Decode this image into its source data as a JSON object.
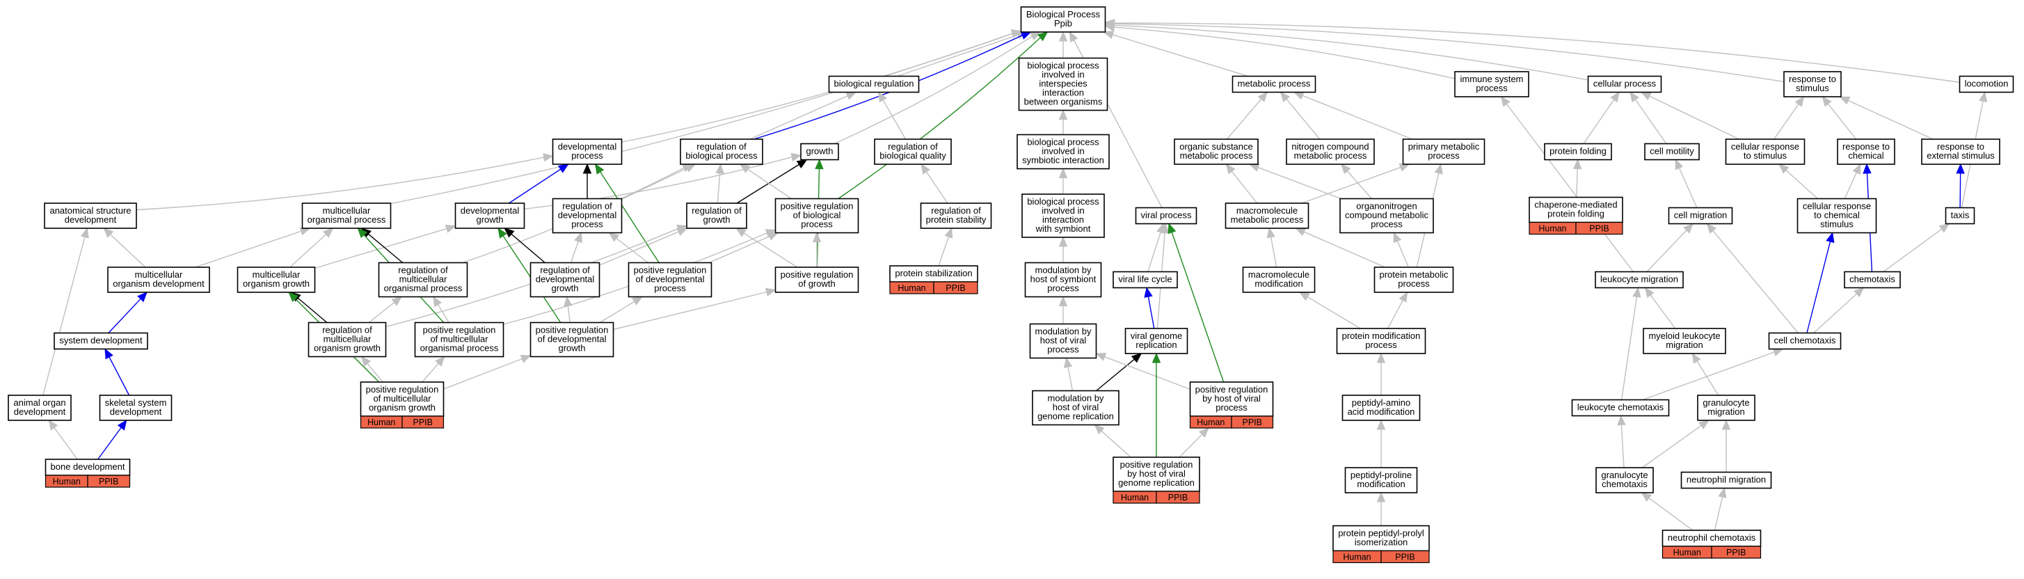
{
  "colors": {
    "is_a": "#c0c0c0",
    "part_of": "#000000",
    "regulates": "#0000ee",
    "positively_regulates": "#228b22",
    "annotation": "#f06448"
  },
  "nodes": [
    {
      "id": "bp",
      "label": [
        "Biological Process",
        "Ppib"
      ]
    },
    {
      "id": "bioreg",
      "label": [
        "biological regulation"
      ]
    },
    {
      "id": "interspecies",
      "label": [
        "biological process",
        "involved in",
        "interspecies",
        "interaction",
        "between organisms"
      ]
    },
    {
      "id": "metabolic",
      "label": [
        "metabolic process"
      ]
    },
    {
      "id": "immune",
      "label": [
        "immune system",
        "process"
      ]
    },
    {
      "id": "cellproc",
      "label": [
        "cellular process"
      ]
    },
    {
      "id": "response",
      "label": [
        "response to",
        "stimulus"
      ]
    },
    {
      "id": "locomotion",
      "label": [
        "locomotion"
      ]
    },
    {
      "id": "devproc",
      "label": [
        "developmental",
        "process"
      ]
    },
    {
      "id": "regbio",
      "label": [
        "regulation of",
        "biological process"
      ]
    },
    {
      "id": "growth",
      "label": [
        "growth"
      ]
    },
    {
      "id": "regqual",
      "label": [
        "regulation of",
        "biological quality"
      ]
    },
    {
      "id": "symbiotic",
      "label": [
        "biological process",
        "involved in",
        "symbiotic interaction"
      ]
    },
    {
      "id": "orgsub",
      "label": [
        "organic substance",
        "metabolic process"
      ]
    },
    {
      "id": "nitro",
      "label": [
        "nitrogen compound",
        "metabolic process"
      ]
    },
    {
      "id": "primary",
      "label": [
        "primary metabolic",
        "process"
      ]
    },
    {
      "id": "protfold",
      "label": [
        "protein folding"
      ]
    },
    {
      "id": "cellmot",
      "label": [
        "cell motility"
      ]
    },
    {
      "id": "cellresp",
      "label": [
        "cellular response",
        "to stimulus"
      ]
    },
    {
      "id": "respchem",
      "label": [
        "response to",
        "chemical"
      ]
    },
    {
      "id": "respext",
      "label": [
        "response to",
        "external stimulus"
      ]
    },
    {
      "id": "anat",
      "label": [
        "anatomical structure",
        "development"
      ]
    },
    {
      "id": "multiproc",
      "label": [
        "multicellular",
        "organismal process"
      ]
    },
    {
      "id": "devgrowth",
      "label": [
        "developmental",
        "growth"
      ]
    },
    {
      "id": "regdevproc",
      "label": [
        "regulation of",
        "developmental",
        "process"
      ]
    },
    {
      "id": "reggrowth",
      "label": [
        "regulation of",
        "growth"
      ]
    },
    {
      "id": "posregbio",
      "label": [
        "positive regulation",
        "of biological",
        "process"
      ]
    },
    {
      "id": "regprotstab",
      "label": [
        "regulation of",
        "protein stability"
      ]
    },
    {
      "id": "withsymb",
      "label": [
        "biological process",
        "involved in",
        "interaction",
        "with symbiont"
      ]
    },
    {
      "id": "viral",
      "label": [
        "viral process"
      ]
    },
    {
      "id": "macromet",
      "label": [
        "macromolecule",
        "metabolic process"
      ]
    },
    {
      "id": "organonitro",
      "label": [
        "organonitrogen",
        "compound metabolic",
        "process"
      ]
    },
    {
      "id": "chaperone",
      "label": [
        "chaperone-mediated",
        "protein folding"
      ],
      "annotated": true
    },
    {
      "id": "cellmig",
      "label": [
        "cell migration"
      ]
    },
    {
      "id": "cellrespchem",
      "label": [
        "cellular response",
        "to chemical",
        "stimulus"
      ]
    },
    {
      "id": "taxis",
      "label": [
        "taxis"
      ]
    },
    {
      "id": "multidev",
      "label": [
        "multicellular",
        "organism development"
      ]
    },
    {
      "id": "multigrowth",
      "label": [
        "multicellular",
        "organism growth"
      ]
    },
    {
      "id": "regmultiproc",
      "label": [
        "regulation of",
        "multicellular",
        "organismal process"
      ]
    },
    {
      "id": "regdevgrowth",
      "label": [
        "regulation of",
        "developmental",
        "growth"
      ]
    },
    {
      "id": "posregdevproc",
      "label": [
        "positive regulation",
        "of developmental",
        "process"
      ]
    },
    {
      "id": "posreggrowth",
      "label": [
        "positive regulation",
        "of growth"
      ]
    },
    {
      "id": "protstab",
      "label": [
        "protein stabilization"
      ],
      "annotated": true
    },
    {
      "id": "modsymb",
      "label": [
        "modulation by",
        "host of symbiont",
        "process"
      ]
    },
    {
      "id": "virallife",
      "label": [
        "viral life cycle"
      ]
    },
    {
      "id": "macromod",
      "label": [
        "macromolecule",
        "modification"
      ]
    },
    {
      "id": "protmet",
      "label": [
        "protein metabolic",
        "process"
      ]
    },
    {
      "id": "leukmig",
      "label": [
        "leukocyte migration"
      ]
    },
    {
      "id": "chemotaxis",
      "label": [
        "chemotaxis"
      ]
    },
    {
      "id": "sysdev",
      "label": [
        "system development"
      ]
    },
    {
      "id": "regmultigrowth",
      "label": [
        "regulation of",
        "multicellular",
        "organism growth"
      ]
    },
    {
      "id": "posregmultiproc",
      "label": [
        "positive regulation",
        "of multicellular",
        "organismal process"
      ]
    },
    {
      "id": "posregdevgrowth",
      "label": [
        "positive regulation",
        "of developmental",
        "growth"
      ]
    },
    {
      "id": "modviral",
      "label": [
        "modulation by",
        "host of viral",
        "process"
      ]
    },
    {
      "id": "viralgenome",
      "label": [
        "viral genome",
        "replication"
      ]
    },
    {
      "id": "protmod",
      "label": [
        "protein modification",
        "process"
      ]
    },
    {
      "id": "myeloid",
      "label": [
        "myeloid leukocyte",
        "migration"
      ]
    },
    {
      "id": "cellchemo",
      "label": [
        "cell chemotaxis"
      ]
    },
    {
      "id": "animalorgan",
      "label": [
        "animal organ",
        "development"
      ]
    },
    {
      "id": "skeletal",
      "label": [
        "skeletal system",
        "development"
      ]
    },
    {
      "id": "posregmultigrowth",
      "label": [
        "positive regulation",
        "of multicellular",
        "organism growth"
      ],
      "annotated": true
    },
    {
      "id": "modviralgenome",
      "label": [
        "modulation by",
        "host of viral",
        "genome replication"
      ]
    },
    {
      "id": "posregviralproc",
      "label": [
        "positive regulation",
        "by host of viral",
        "process"
      ],
      "annotated": true
    },
    {
      "id": "peptidyl",
      "label": [
        "peptidyl-amino",
        "acid modification"
      ]
    },
    {
      "id": "leukchemo",
      "label": [
        "leukocyte chemotaxis"
      ]
    },
    {
      "id": "granmig",
      "label": [
        "granulocyte",
        "migration"
      ]
    },
    {
      "id": "bonedev",
      "label": [
        "bone development"
      ],
      "annotated": true
    },
    {
      "id": "posregviralgenome",
      "label": [
        "positive regulation",
        "by host of viral",
        "genome replication"
      ],
      "annotated": true
    },
    {
      "id": "peptidylpro",
      "label": [
        "peptidyl-proline",
        "modification"
      ]
    },
    {
      "id": "granchemo",
      "label": [
        "granulocyte",
        "chemotaxis"
      ]
    },
    {
      "id": "neutmig",
      "label": [
        "neutrophil migration"
      ]
    },
    {
      "id": "isomer",
      "label": [
        "protein peptidyl-prolyl",
        "isomerization"
      ],
      "annotated": true
    },
    {
      "id": "neutchemo",
      "label": [
        "neutrophil chemotaxis"
      ],
      "annotated": true
    }
  ],
  "annotation": {
    "species": "Human",
    "gene": "PPIB"
  },
  "edges": [
    [
      "bioreg",
      "bp",
      "is_a"
    ],
    [
      "interspecies",
      "bp",
      "is_a"
    ],
    [
      "metabolic",
      "bp",
      "is_a"
    ],
    [
      "immune",
      "bp",
      "is_a"
    ],
    [
      "cellproc",
      "bp",
      "is_a"
    ],
    [
      "response",
      "bp",
      "is_a"
    ],
    [
      "locomotion",
      "bp",
      "is_a"
    ],
    [
      "devproc",
      "bp",
      "is_a"
    ],
    [
      "regbio",
      "bioreg",
      "is_a"
    ],
    [
      "regbio",
      "bp",
      "regulates"
    ],
    [
      "growth",
      "bp",
      "is_a"
    ],
    [
      "regqual",
      "bioreg",
      "is_a"
    ],
    [
      "symbiotic",
      "interspecies",
      "is_a"
    ],
    [
      "orgsub",
      "metabolic",
      "is_a"
    ],
    [
      "nitro",
      "metabolic",
      "is_a"
    ],
    [
      "primary",
      "metabolic",
      "is_a"
    ],
    [
      "protfold",
      "cellproc",
      "is_a"
    ],
    [
      "cellmot",
      "cellproc",
      "is_a"
    ],
    [
      "cellresp",
      "cellproc",
      "is_a"
    ],
    [
      "cellresp",
      "response",
      "is_a"
    ],
    [
      "respchem",
      "response",
      "is_a"
    ],
    [
      "respext",
      "response",
      "is_a"
    ],
    [
      "anat",
      "devproc",
      "is_a"
    ],
    [
      "multiproc",
      "bp",
      "is_a"
    ],
    [
      "devgrowth",
      "devproc",
      "regulates"
    ],
    [
      "devgrowth",
      "growth",
      "is_a"
    ],
    [
      "regdevproc",
      "devproc",
      "part_of"
    ],
    [
      "regdevproc",
      "regbio",
      "is_a"
    ],
    [
      "reggrowth",
      "growth",
      "part_of"
    ],
    [
      "reggrowth",
      "regbio",
      "is_a"
    ],
    [
      "posregbio",
      "regbio",
      "is_a"
    ],
    [
      "posregbio",
      "bp",
      "positively_regulates"
    ],
    [
      "regprotstab",
      "regqual",
      "is_a"
    ],
    [
      "withsymb",
      "symbiotic",
      "is_a"
    ],
    [
      "viral",
      "bp",
      "is_a"
    ],
    [
      "macromet",
      "orgsub",
      "is_a"
    ],
    [
      "macromet",
      "primary",
      "is_a"
    ],
    [
      "organonitro",
      "orgsub",
      "is_a"
    ],
    [
      "organonitro",
      "nitro",
      "is_a"
    ],
    [
      "chaperone",
      "protfold",
      "is_a"
    ],
    [
      "cellmig",
      "cellmot",
      "is_a"
    ],
    [
      "cellrespchem",
      "cellresp",
      "is_a"
    ],
    [
      "cellrespchem",
      "respchem",
      "is_a"
    ],
    [
      "taxis",
      "respext",
      "regulates"
    ],
    [
      "taxis",
      "locomotion",
      "is_a"
    ],
    [
      "multidev",
      "anat",
      "is_a"
    ],
    [
      "multidev",
      "multiproc",
      "is_a"
    ],
    [
      "multigrowth",
      "multiproc",
      "is_a"
    ],
    [
      "multigrowth",
      "devgrowth",
      "is_a"
    ],
    [
      "regmultiproc",
      "multiproc",
      "part_of"
    ],
    [
      "regmultiproc",
      "regbio",
      "is_a"
    ],
    [
      "regdevgrowth",
      "devgrowth",
      "part_of"
    ],
    [
      "regdevgrowth",
      "regdevproc",
      "is_a"
    ],
    [
      "regdevgrowth",
      "reggrowth",
      "is_a"
    ],
    [
      "posregdevproc",
      "devproc",
      "positively_regulates"
    ],
    [
      "posregdevproc",
      "regdevproc",
      "is_a"
    ],
    [
      "posregdevproc",
      "posregbio",
      "is_a"
    ],
    [
      "posreggrowth",
      "growth",
      "positively_regulates"
    ],
    [
      "posreggrowth",
      "reggrowth",
      "is_a"
    ],
    [
      "posreggrowth",
      "posregbio",
      "is_a"
    ],
    [
      "protstab",
      "regprotstab",
      "is_a"
    ],
    [
      "modsymb",
      "withsymb",
      "is_a"
    ],
    [
      "virallife",
      "viral",
      "is_a"
    ],
    [
      "macromod",
      "macromet",
      "is_a"
    ],
    [
      "protmet",
      "macromet",
      "is_a"
    ],
    [
      "protmet",
      "organonitro",
      "is_a"
    ],
    [
      "protmet",
      "primary",
      "is_a"
    ],
    [
      "leukmig",
      "cellmig",
      "is_a"
    ],
    [
      "leukmig",
      "immune",
      "is_a"
    ],
    [
      "chemotaxis",
      "taxis",
      "is_a"
    ],
    [
      "chemotaxis",
      "respchem",
      "regulates"
    ],
    [
      "sysdev",
      "multidev",
      "regulates"
    ],
    [
      "regmultigrowth",
      "multigrowth",
      "part_of"
    ],
    [
      "regmultigrowth",
      "regmultiproc",
      "is_a"
    ],
    [
      "regmultigrowth",
      "reggrowth",
      "is_a"
    ],
    [
      "posregmultiproc",
      "multiproc",
      "positively_regulates"
    ],
    [
      "posregmultiproc",
      "regmultiproc",
      "is_a"
    ],
    [
      "posregmultiproc",
      "posregbio",
      "is_a"
    ],
    [
      "posregdevgrowth",
      "devgrowth",
      "positively_regulates"
    ],
    [
      "posregdevgrowth",
      "regdevgrowth",
      "is_a"
    ],
    [
      "posregdevgrowth",
      "posregdevproc",
      "is_a"
    ],
    [
      "posregdevgrowth",
      "posreggrowth",
      "is_a"
    ],
    [
      "modviral",
      "modsymb",
      "is_a"
    ],
    [
      "viralgenome",
      "virallife",
      "regulates"
    ],
    [
      "viralgenome",
      "viral",
      "is_a"
    ],
    [
      "protmod",
      "protmet",
      "is_a"
    ],
    [
      "protmod",
      "macromod",
      "is_a"
    ],
    [
      "myeloid",
      "leukmig",
      "is_a"
    ],
    [
      "cellchemo",
      "cellmig",
      "is_a"
    ],
    [
      "cellchemo",
      "chemotaxis",
      "is_a"
    ],
    [
      "cellchemo",
      "cellrespchem",
      "regulates"
    ],
    [
      "animalorgan",
      "anat",
      "is_a"
    ],
    [
      "skeletal",
      "sysdev",
      "regulates"
    ],
    [
      "posregmultigrowth",
      "multigrowth",
      "positively_regulates"
    ],
    [
      "posregmultigrowth",
      "regmultigrowth",
      "is_a"
    ],
    [
      "posregmultigrowth",
      "posregmultiproc",
      "is_a"
    ],
    [
      "posregmultigrowth",
      "posregdevgrowth",
      "is_a"
    ],
    [
      "modviralgenome",
      "modviral",
      "is_a"
    ],
    [
      "modviralgenome",
      "viralgenome",
      "part_of"
    ],
    [
      "posregviralproc",
      "modviral",
      "is_a"
    ],
    [
      "posregviralproc",
      "viral",
      "positively_regulates"
    ],
    [
      "peptidyl",
      "protmod",
      "is_a"
    ],
    [
      "leukchemo",
      "leukmig",
      "is_a"
    ],
    [
      "leukchemo",
      "cellchemo",
      "is_a"
    ],
    [
      "granmig",
      "myeloid",
      "is_a"
    ],
    [
      "bonedev",
      "animalorgan",
      "is_a"
    ],
    [
      "bonedev",
      "skeletal",
      "regulates"
    ],
    [
      "posregviralgenome",
      "modviralgenome",
      "is_a"
    ],
    [
      "posregviralgenome",
      "posregviralproc",
      "is_a"
    ],
    [
      "posregviralgenome",
      "viralgenome",
      "positively_regulates"
    ],
    [
      "peptidylpro",
      "peptidyl",
      "is_a"
    ],
    [
      "granchemo",
      "leukchemo",
      "is_a"
    ],
    [
      "granchemo",
      "granmig",
      "is_a"
    ],
    [
      "neutmig",
      "granmig",
      "is_a"
    ],
    [
      "isomer",
      "peptidylpro",
      "is_a"
    ],
    [
      "neutchemo",
      "granchemo",
      "is_a"
    ],
    [
      "neutchemo",
      "neutmig",
      "is_a"
    ]
  ]
}
